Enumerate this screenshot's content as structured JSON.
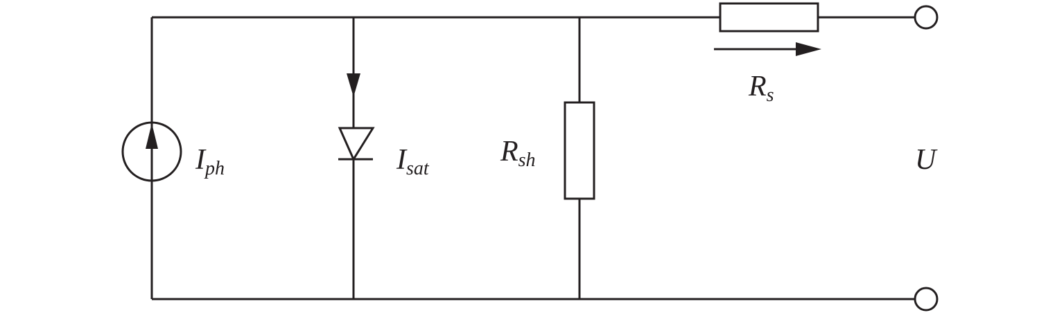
{
  "diagram": {
    "title": "Solar cell single-diode equivalent circuit",
    "labels": {
      "photo_current": {
        "main": "I",
        "sub": "ph"
      },
      "saturation_current": {
        "main": "I",
        "sub": "sat"
      },
      "shunt_resistance": {
        "main": "R",
        "sub": "sh"
      },
      "series_resistance": {
        "main": "R",
        "sub": "s"
      },
      "output_voltage": {
        "main": "U"
      }
    },
    "colors": {
      "line": "#231f20",
      "background": "#ffffff"
    }
  }
}
